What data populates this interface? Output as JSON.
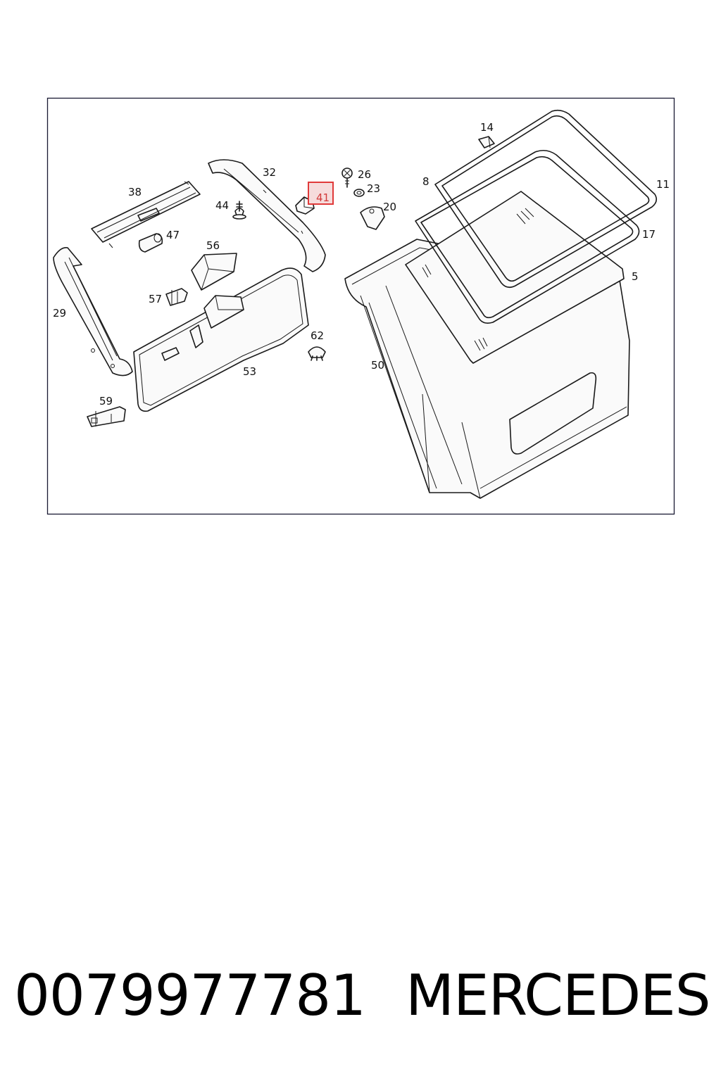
{
  "diagram": {
    "callouts": [
      {
        "id": "c14",
        "text": "14"
      },
      {
        "id": "c32",
        "text": "32"
      },
      {
        "id": "c26",
        "text": "26"
      },
      {
        "id": "c23",
        "text": "23"
      },
      {
        "id": "c8",
        "text": "8"
      },
      {
        "id": "c11",
        "text": "11"
      },
      {
        "id": "c38",
        "text": "38"
      },
      {
        "id": "c44",
        "text": "44"
      },
      {
        "id": "c41",
        "text": "41"
      },
      {
        "id": "c20",
        "text": "20"
      },
      {
        "id": "c47",
        "text": "47"
      },
      {
        "id": "c17",
        "text": "17"
      },
      {
        "id": "c56",
        "text": "56"
      },
      {
        "id": "c5",
        "text": "5"
      },
      {
        "id": "c29",
        "text": "29"
      },
      {
        "id": "c57",
        "text": "57"
      },
      {
        "id": "c62",
        "text": "62"
      },
      {
        "id": "c50",
        "text": "50"
      },
      {
        "id": "c53",
        "text": "53"
      },
      {
        "id": "c59",
        "text": "59"
      }
    ],
    "highlighted_callout": "41",
    "highlight_color": "#e03a3a",
    "frame_color": "#1a1a33"
  },
  "footer": {
    "part_number": "0079977781",
    "brand": "MERCEDES"
  }
}
